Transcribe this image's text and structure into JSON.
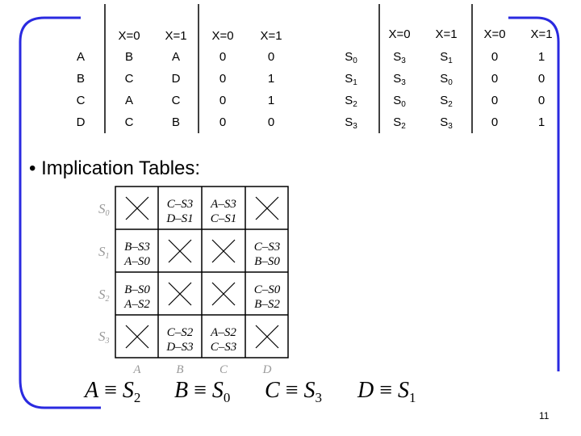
{
  "state_table_left": {
    "headers": [
      "X=0",
      "X=1",
      "X=0",
      "X=1"
    ],
    "rows": [
      {
        "state": "A",
        "next0": "B",
        "next1": "A",
        "out0": "0",
        "out1": "0"
      },
      {
        "state": "B",
        "next0": "C",
        "next1": "D",
        "out0": "0",
        "out1": "1"
      },
      {
        "state": "C",
        "next0": "A",
        "next1": "C",
        "out0": "0",
        "out1": "1"
      },
      {
        "state": "D",
        "next0": "C",
        "next1": "B",
        "out0": "0",
        "out1": "0"
      }
    ]
  },
  "state_table_right": {
    "headers": [
      "X=0",
      "X=1",
      "X=0",
      "X=1"
    ],
    "rows": [
      {
        "state": "S",
        "state_sub": "0",
        "next0": "S",
        "next0_sub": "3",
        "next1": "S",
        "next1_sub": "1",
        "out0": "0",
        "out1": "1"
      },
      {
        "state": "S",
        "state_sub": "1",
        "next0": "S",
        "next0_sub": "3",
        "next1": "S",
        "next1_sub": "0",
        "out0": "0",
        "out1": "0"
      },
      {
        "state": "S",
        "state_sub": "2",
        "next0": "S",
        "next0_sub": "0",
        "next1": "S",
        "next1_sub": "2",
        "out0": "0",
        "out1": "0"
      },
      {
        "state": "S",
        "state_sub": "3",
        "next0": "S",
        "next0_sub": "2",
        "next1": "S",
        "next1_sub": "3",
        "out0": "0",
        "out1": "1"
      }
    ]
  },
  "section_title": "• Implication Tables:",
  "implication_table": {
    "row_labels": [
      {
        "name": "S",
        "sub": "0"
      },
      {
        "name": "S",
        "sub": "1"
      },
      {
        "name": "S",
        "sub": "2"
      },
      {
        "name": "S",
        "sub": "3"
      }
    ],
    "col_labels": [
      "A",
      "B",
      "C",
      "D"
    ],
    "cells": [
      [
        {
          "x": true
        },
        {
          "lines": [
            "C–S3",
            "D–S1"
          ]
        },
        {
          "lines": [
            "A–S3",
            "C–S1"
          ]
        },
        {
          "x": true
        }
      ],
      [
        {
          "lines": [
            "B–S3",
            "A–S0"
          ]
        },
        {
          "x": true
        },
        {
          "x": true
        },
        {
          "lines": [
            "C–S3",
            "B–S0"
          ]
        }
      ],
      [
        {
          "lines": [
            "B–S0",
            "A–S2"
          ]
        },
        {
          "x": true
        },
        {
          "x": true
        },
        {
          "lines": [
            "C–S0",
            "B–S2"
          ]
        }
      ],
      [
        {
          "x": true
        },
        {
          "lines": [
            "C–S2",
            "D–S3"
          ]
        },
        {
          "lines": [
            "A–S2",
            "C–S3"
          ]
        },
        {
          "x": true
        }
      ]
    ]
  },
  "equivalences": [
    {
      "left": "A",
      "op": "≡",
      "right": "S",
      "sub": "2"
    },
    {
      "left": "B",
      "op": "≡",
      "right": "S",
      "sub": "0"
    },
    {
      "left": "C",
      "op": "≡",
      "right": "S",
      "sub": "3"
    },
    {
      "left": "D",
      "op": "≡",
      "right": "S",
      "sub": "1"
    }
  ],
  "page_number": "11",
  "colors": {
    "frame": "#2a2ae0",
    "grid": "#000000",
    "faded_label": "#999999"
  }
}
